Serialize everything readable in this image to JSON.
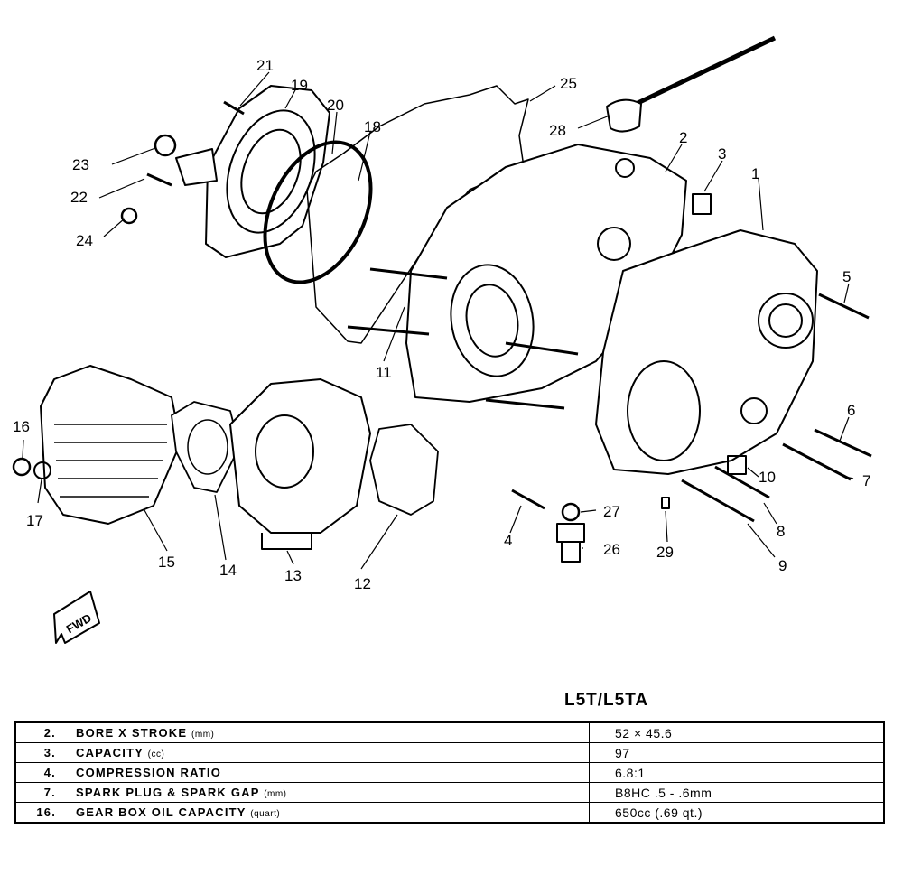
{
  "diagram": {
    "callouts": [
      "1",
      "2",
      "3",
      "4",
      "5",
      "6",
      "7",
      "8",
      "9",
      "10",
      "11",
      "12",
      "13",
      "14",
      "15",
      "16",
      "17",
      "18",
      "19",
      "20",
      "21",
      "22",
      "23",
      "24",
      "25",
      "26",
      "27",
      "28",
      "29"
    ],
    "fwd_label": "FWD"
  },
  "model_header": "L5T/L5TA",
  "specs": [
    {
      "num": "2.",
      "label": "Bore x Stroke",
      "unit": "(mm)",
      "value": "52 × 45.6"
    },
    {
      "num": "3.",
      "label": "Capacity",
      "unit": "(cc)",
      "value": "97"
    },
    {
      "num": "4.",
      "label": "Compression Ratio",
      "unit": "",
      "value": "6.8:1"
    },
    {
      "num": "7.",
      "label": "Spark Plug & Spark Gap",
      "unit": "(mm)",
      "value": "B8HC  .5 - .6mm"
    },
    {
      "num": "16.",
      "label": "Gear Box Oil Capacity",
      "unit": "(quart)",
      "value": "650cc (.69 qt.)"
    }
  ]
}
